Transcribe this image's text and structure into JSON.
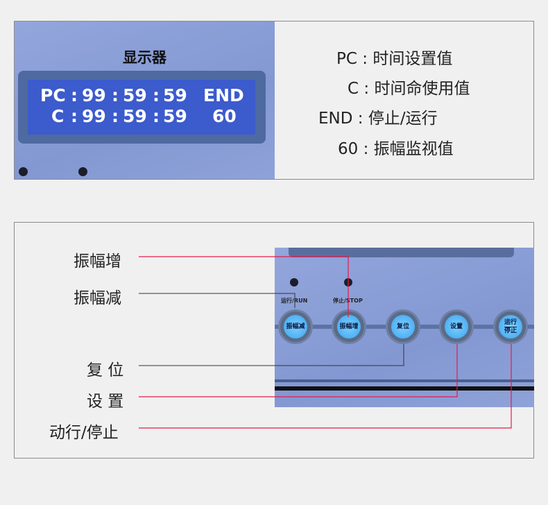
{
  "display": {
    "title": "显示器",
    "row1": {
      "label": "PC",
      "h": "99",
      "m": "59",
      "s": "59",
      "status": "END"
    },
    "row2": {
      "label": "C",
      "h": "99",
      "m": "59",
      "s": "59",
      "amp": "60"
    }
  },
  "legend": [
    {
      "key": "PC",
      "desc": "时间设置值"
    },
    {
      "key": "C",
      "desc": "时间命使用值"
    },
    {
      "key": "END",
      "desc": "停止/运行"
    },
    {
      "key": "60",
      "desc": "振幅监视值"
    }
  ],
  "panel": {
    "led_run": "运行/RUN",
    "led_stop": "停止/STOP",
    "buttons": [
      "振幅减",
      "振幅增",
      "复位",
      "设置"
    ],
    "runstop_top": "运行",
    "runstop_bottom": "停止"
  },
  "callouts": [
    "振幅增",
    "振幅减",
    "复 位",
    "设 置",
    "动行/停止"
  ],
  "colors": {
    "red_line": "#e8194a",
    "dark_line": "#333333",
    "lcd": "#3c5bcc"
  }
}
